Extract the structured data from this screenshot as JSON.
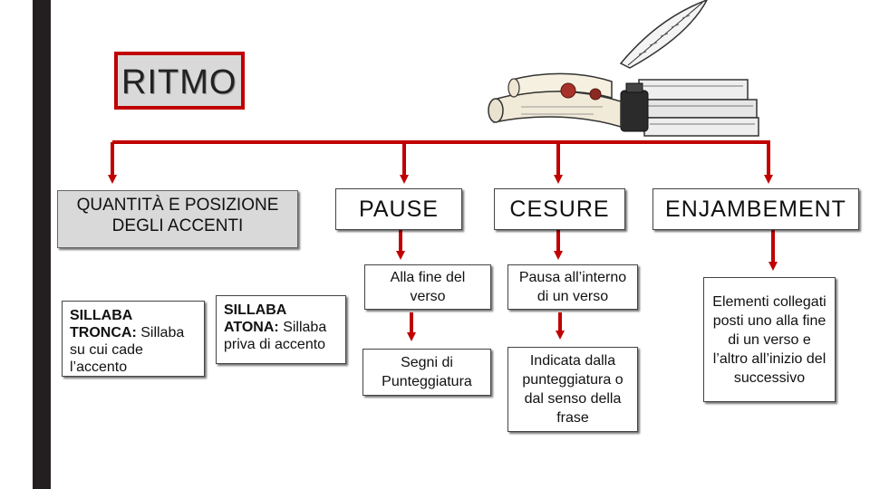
{
  "title": "RITMO",
  "categories": {
    "quantita": "QUANTITÀ E POSIZIONE DEGLI ACCENTI",
    "pause": "PAUSE",
    "cesure": "CESURE",
    "enjambement": "ENJAMBEMENT"
  },
  "sillaba_tronca": {
    "term": "SILLABA TRONCA:",
    "definition": "Sillaba su cui cade l’accento"
  },
  "sillaba_atona": {
    "term": "SILLABA ATONA:",
    "definition": "Sillaba priva di accento"
  },
  "pause_items": [
    "Alla fine del verso",
    "Segni di Punteggiatura"
  ],
  "cesure_items": [
    "Pausa all’interno di un verso",
    "Indicata dalla punteggiatura o dal senso della frase"
  ],
  "enjambement_item": "Elementi collegati posti uno alla fine di un verso e l’altro all’inizio del successivo",
  "colors": {
    "accent": "#c00000",
    "sidebar": "#231f20",
    "grey": "#d9d9d9"
  }
}
